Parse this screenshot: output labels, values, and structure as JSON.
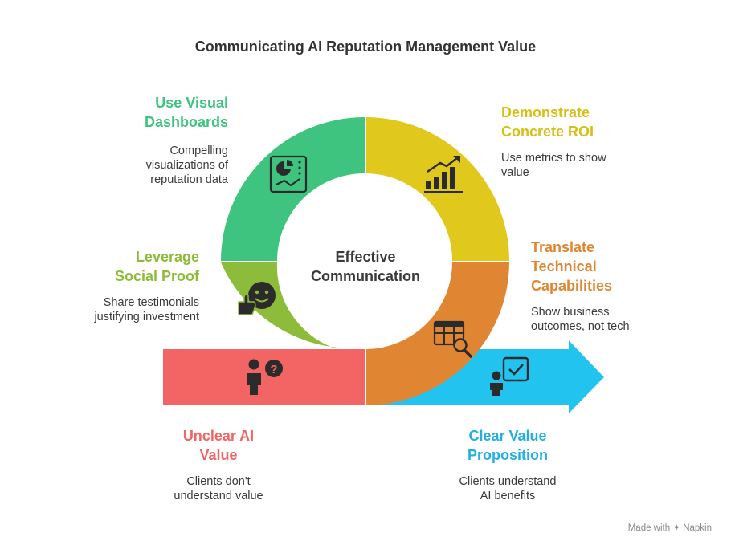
{
  "title": "Communicating AI Reputation Management Value",
  "center": {
    "line1": "Effective",
    "line2": "Communication"
  },
  "steps": {
    "dashboards": {
      "title_l1": "Use Visual",
      "title_l2": "Dashboards",
      "desc_l1": "Compelling",
      "desc_l2": "visualizations of",
      "desc_l3": "reputation data",
      "color": "#3ec47f",
      "icon": "dashboard-icon"
    },
    "roi": {
      "title_l1": "Demonstrate",
      "title_l2": "Concrete ROI",
      "desc_l1": "Use metrics to show",
      "desc_l2": "value",
      "color": "#e0c81c",
      "icon": "growth-chart-icon"
    },
    "social": {
      "title_l1": "Leverage",
      "title_l2": "Social Proof",
      "desc_l1": "Share testimonials",
      "desc_l2": "justifying investment",
      "color": "#8dbb3a",
      "icon": "thumbs-up-face-icon"
    },
    "translate": {
      "title_l1": "Translate",
      "title_l2": "Technical",
      "title_l3": "Capabilities",
      "desc_l1": "Show business",
      "desc_l2": "outcomes, not tech",
      "color": "#e08633",
      "icon": "table-search-icon"
    },
    "unclear": {
      "title_l1": "Unclear AI",
      "title_l2": "Value",
      "desc_l1": "Clients don't",
      "desc_l2": "understand value",
      "color": "#f26564",
      "icon": "confused-person-icon"
    },
    "clear": {
      "title_l1": "Clear Value",
      "title_l2": "Proposition",
      "desc_l1": "Clients understand",
      "desc_l2": "AI benefits",
      "color": "#23c3f0",
      "icon": "person-checkmark-icon"
    }
  },
  "watermark": {
    "prefix": "Made with",
    "brand": "Napkin"
  }
}
